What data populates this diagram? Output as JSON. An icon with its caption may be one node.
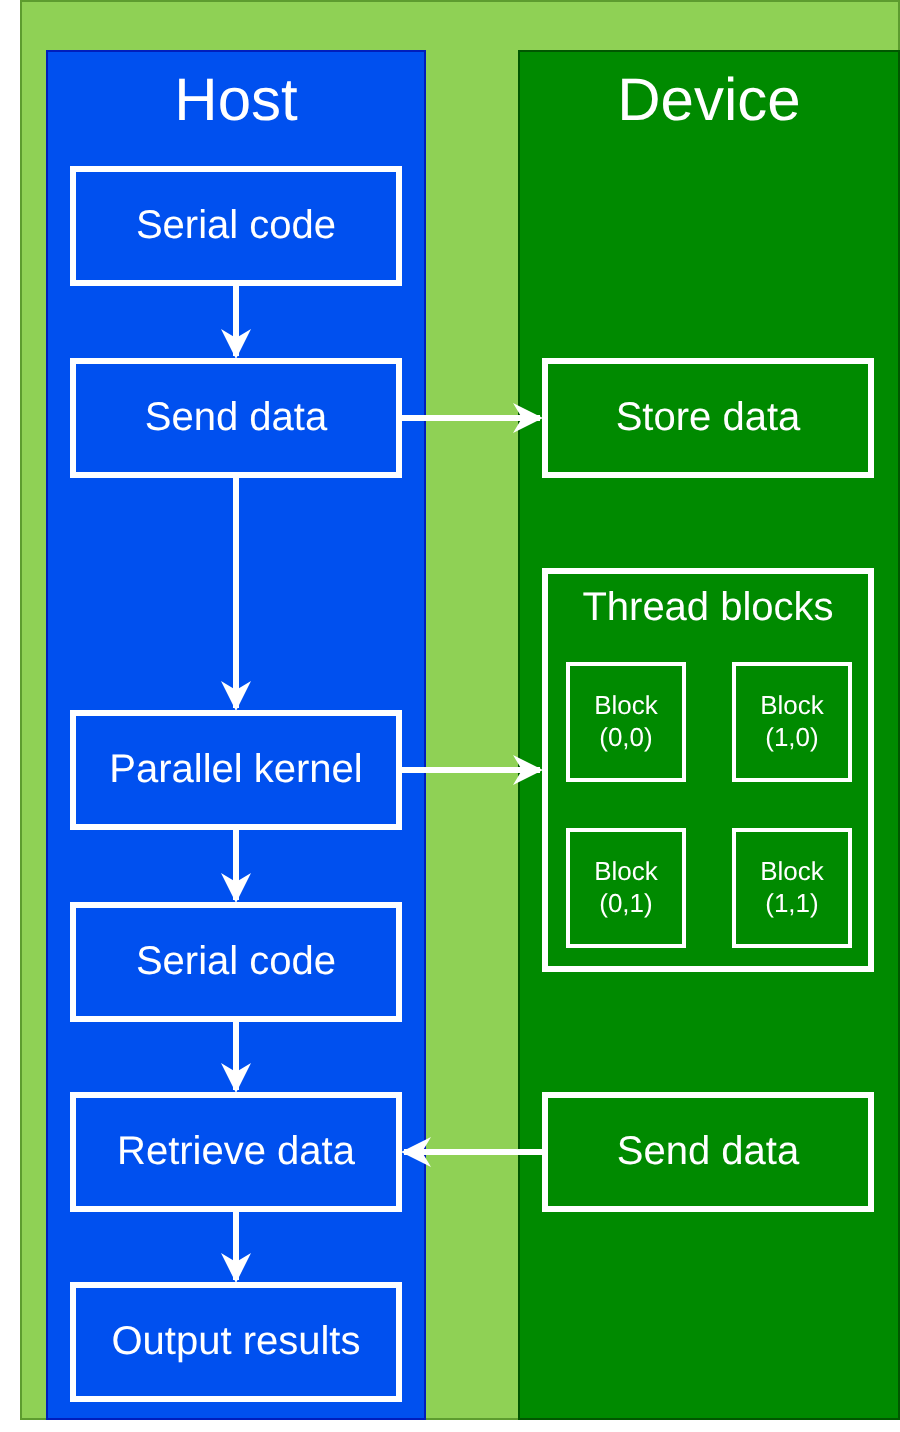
{
  "diagram": {
    "nodes": [
      {
        "text": [
          "Host"
        ]
      },
      {
        "text": [
          "Device"
        ]
      },
      {
        "text": [
          "Serial code"
        ],
        "in": 0
      },
      {
        "text": [
          "Send data"
        ],
        "in": 0
      },
      {
        "text": [
          "Parallel kernel"
        ],
        "in": 0
      },
      {
        "text": [
          "Serial code"
        ],
        "in": 0
      },
      {
        "text": [
          "Retrieve data"
        ],
        "in": 0
      },
      {
        "text": [
          "Output results"
        ],
        "in": 0
      },
      {
        "text": [
          "Store data"
        ],
        "in": 1
      },
      {
        "text": [
          "Thread blocks"
        ],
        "in": 1
      },
      {
        "text": [
          "Block (0,0)"
        ],
        "in": 9
      },
      {
        "text": [
          "Block (1,0)"
        ],
        "in": 9
      },
      {
        "text": [
          "Block (0,1)"
        ],
        "in": 9
      },
      {
        "text": [
          "Block (1,1)"
        ],
        "in": 9
      },
      {
        "text": [
          "Send data"
        ],
        "in": 1
      }
    ],
    "edges": [
      {
        "from": 2,
        "to": 3,
        "arrow": "to"
      },
      {
        "from": 3,
        "to": 8,
        "arrow": "to"
      },
      {
        "from": 3,
        "to": 4,
        "arrow": "to"
      },
      {
        "from": 4,
        "to": 9,
        "arrow": "to"
      },
      {
        "from": 4,
        "to": 5,
        "arrow": "to"
      },
      {
        "from": 5,
        "to": 6,
        "arrow": "to"
      },
      {
        "from": 14,
        "to": 6,
        "arrow": "to"
      },
      {
        "from": 6,
        "to": 7,
        "arrow": "to"
      }
    ]
  }
}
